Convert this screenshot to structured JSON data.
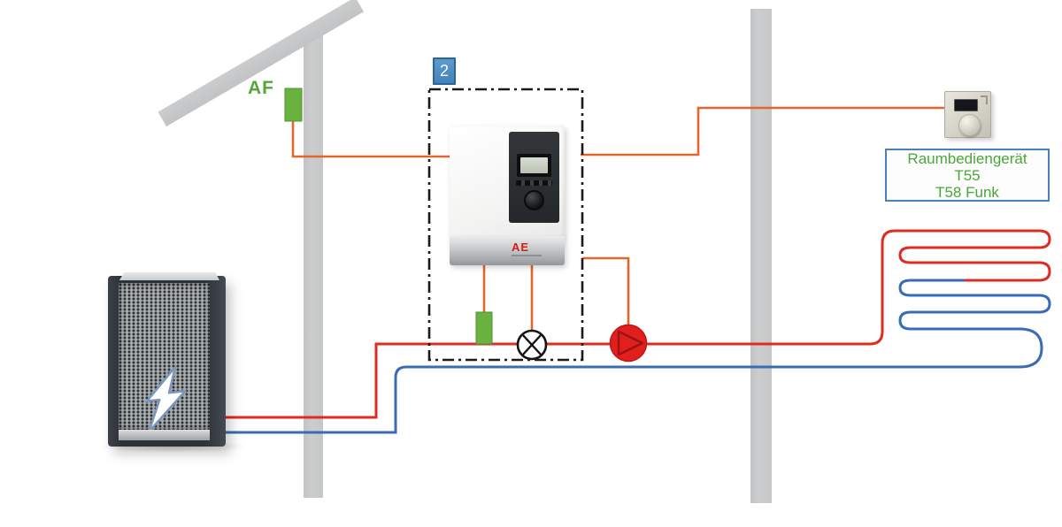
{
  "diagram": {
    "title": "heat-pump-heating-system-schematic",
    "outdoor_sensor": {
      "label": "AF",
      "color": "#6ab23f"
    },
    "controller_box": {
      "badge": "2",
      "badge_color": "#4a8cc3"
    },
    "controller": {
      "logo_text": "AE"
    },
    "room_control": {
      "line1": "Raumbediengerät",
      "line2": "T55",
      "line3": "T58 Funk",
      "text_color": "#4aa636",
      "border_color": "#4a7fc1"
    },
    "components": [
      "heat-pump",
      "outdoor-sensor-AF",
      "wall-controller",
      "flow-sensor",
      "mixing-valve-symbol",
      "circulation-pump",
      "room-thermostat",
      "floor-heating-loop"
    ],
    "pipe_colors": {
      "flow": "#e02b23",
      "return": "#3a6cb4",
      "signal_wire": "#e2672e"
    },
    "wall_color": "#c9c9c9"
  }
}
